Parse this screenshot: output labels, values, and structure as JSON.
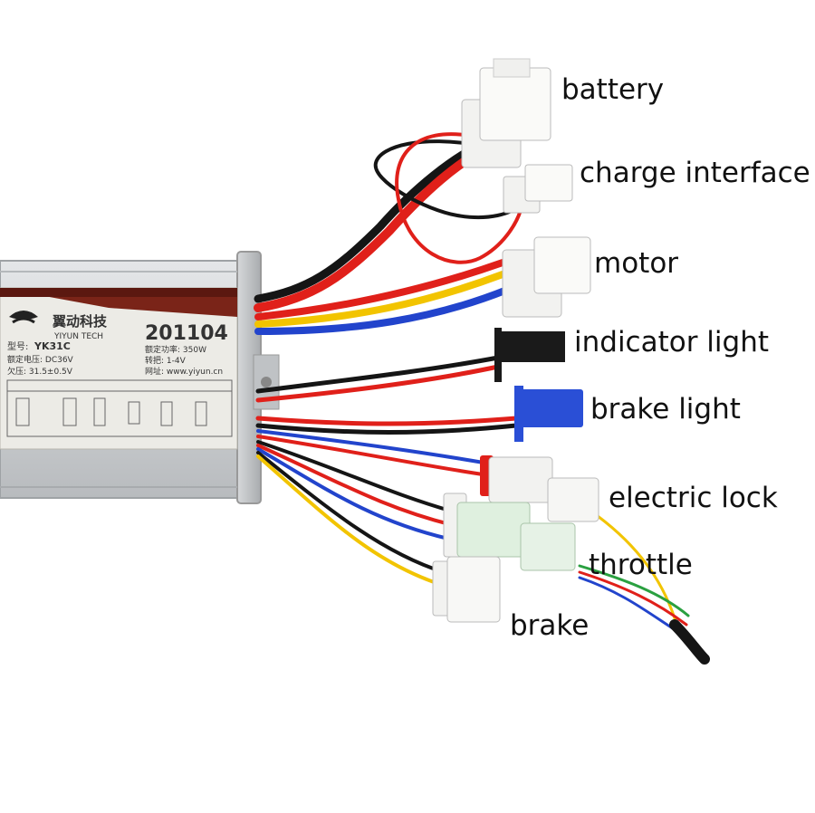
{
  "labels": {
    "battery": "battery",
    "charge_interface": "charge interface",
    "motor": "motor",
    "indicator_light": "indicator light",
    "brake_light": "brake light",
    "electric_lock": "electric lock",
    "throttle": "throttle",
    "brake": "brake"
  },
  "sticker": {
    "brand_cn": "翼动科技",
    "brand_en": "YIYUN TECH",
    "model_prefix": "型号:",
    "model": "YK31C",
    "serial": "201104",
    "rated_voltage": "额定电压: DC36V",
    "undervoltage": "欠压: 31.5±0.5V",
    "rated_power": "额定功率: 350W",
    "throttle_range": "转把: 1-4V",
    "website": "网址: www.yiyun.cn"
  },
  "colors": {
    "housing": "#c9ccce",
    "wire_red": "#e0201a",
    "wire_black": "#151515",
    "wire_yellow": "#f2c400",
    "wire_blue": "#2244cc",
    "connector_white": "#f2f2f0",
    "connector_black": "#1a1a1a",
    "connector_blue": "#2a4fd6",
    "connector_green": "#dff0df"
  }
}
